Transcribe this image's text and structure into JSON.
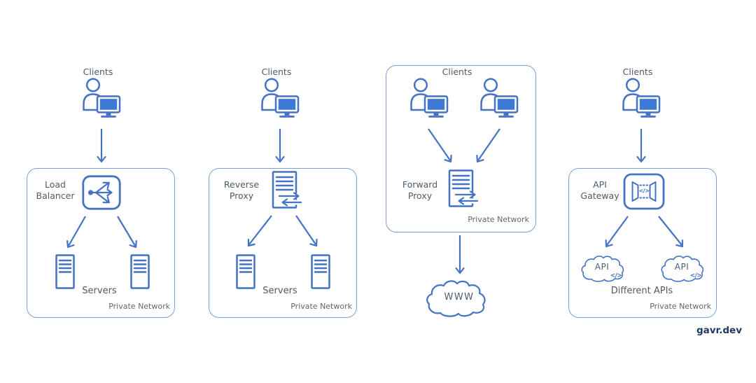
{
  "colors": {
    "background": "#ffffff",
    "icon_stroke": "#4472c4",
    "screen_fill": "#3d7ad6",
    "box_border": "#7b9fd4",
    "label_text": "#4f5a68",
    "network_text": "#5c6673",
    "credit_text": "#1f3864"
  },
  "panels": [
    {
      "id": "load-balancer",
      "clients_label": "Clients",
      "component_line1": "Load",
      "component_line2": "Balancer",
      "servers_label": "Servers",
      "network_label": "Private Network"
    },
    {
      "id": "reverse-proxy",
      "clients_label": "Clients",
      "component_line1": "Reverse",
      "component_line2": "Proxy",
      "servers_label": "Servers",
      "network_label": "Private Network"
    },
    {
      "id": "forward-proxy",
      "clients_label": "Clients",
      "component_line1": "Forward",
      "component_line2": "Proxy",
      "www_label": "WWW",
      "network_label": "Private Network"
    },
    {
      "id": "api-gateway",
      "clients_label": "Clients",
      "component_line1": "API",
      "component_line2": "Gateway",
      "api_label": "API",
      "code_glyph": "</>",
      "apis_label": "Different APIs",
      "network_label": "Private Network"
    }
  ],
  "credit": "gavr.dev"
}
